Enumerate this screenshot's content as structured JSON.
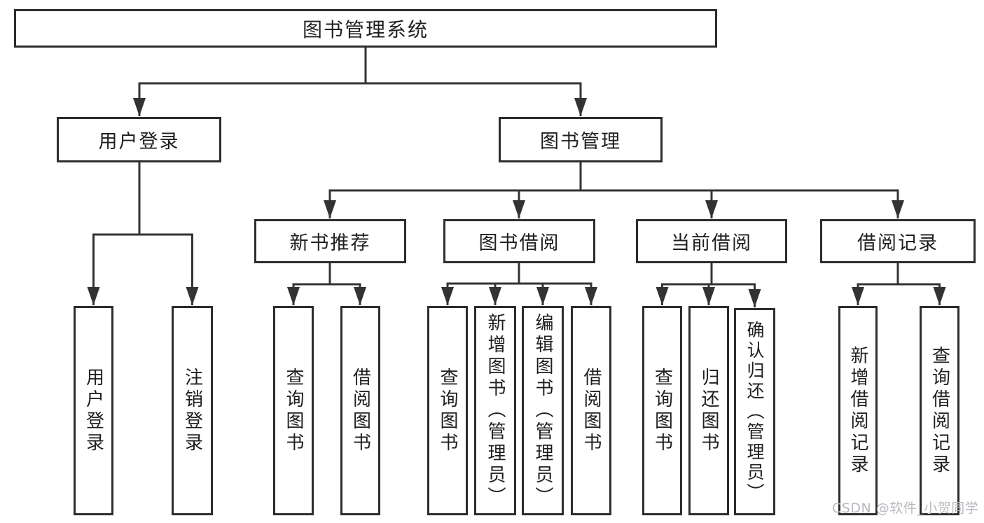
{
  "tree": {
    "label": "图书管理系统",
    "children": [
      {
        "label": "用户登录",
        "children": [
          {
            "label": "用户登录"
          },
          {
            "label": "注销登录"
          }
        ]
      },
      {
        "label": "图书管理",
        "children": [
          {
            "label": "新书推荐",
            "children": [
              {
                "label": "查询图书"
              },
              {
                "label": "借阅图书"
              }
            ]
          },
          {
            "label": "图书借阅",
            "children": [
              {
                "label": "查询图书"
              },
              {
                "label": "新增图书（管理员）"
              },
              {
                "label": "编辑图书（管理员）"
              },
              {
                "label": "借阅图书"
              }
            ]
          },
          {
            "label": "当前借阅",
            "children": [
              {
                "label": "查询图书"
              },
              {
                "label": "归还图书"
              },
              {
                "label": "确认归还（管理员）"
              }
            ]
          },
          {
            "label": "借阅记录",
            "children": [
              {
                "label": "新增借阅记录"
              },
              {
                "label": "查询借阅记录"
              }
            ]
          }
        ]
      }
    ]
  },
  "watermark": {
    "text": "CSDN @软件_小贺同学"
  },
  "colors": {
    "line": "#333333",
    "box_border": "#2d2d2d",
    "text": "#1f1f1f",
    "watermark": "#b7babe",
    "background": "#ffffff"
  }
}
